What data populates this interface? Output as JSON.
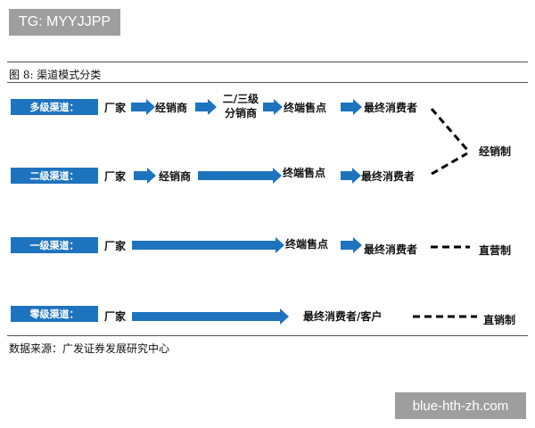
{
  "watermarks": {
    "top": "TG: MYYJJPP",
    "bottom": "blue-hth-zh.com"
  },
  "figure_title": "图 8:  渠道模式分类",
  "rows": [
    {
      "level": "多级渠道：",
      "nodes": [
        "厂家",
        "经销商",
        "二/三级分销商",
        "终端售点",
        "最终消费者"
      ]
    },
    {
      "level": "二级渠道：",
      "nodes": [
        "厂家",
        "经销商",
        "终端售点",
        "最终消费者"
      ]
    },
    {
      "level": "一级渠道：",
      "nodes": [
        "厂家",
        "终端售点",
        "最终消费者"
      ],
      "mode": "直营制"
    },
    {
      "level": "零级渠道：",
      "nodes": [
        "厂家",
        "最终消费者/客户"
      ],
      "mode": "直销制"
    }
  ],
  "group_mode": "经销制",
  "source": "数据来源：广发证券发展研究中心",
  "colors": {
    "arrow": "#1e73be",
    "level_box": "#1e73be",
    "dashed": "#000000"
  }
}
